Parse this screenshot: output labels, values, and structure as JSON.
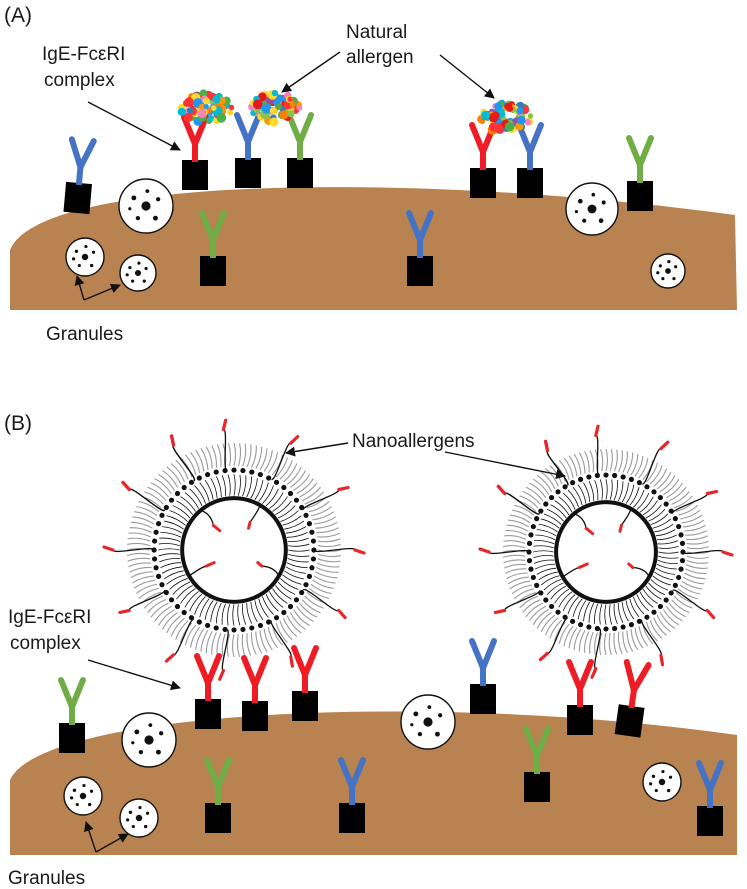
{
  "panels": [
    {
      "id": "A",
      "label": "(A)",
      "receptor_label_line1": "IgE-FcεRI",
      "receptor_label_line2": "complex",
      "allergen_label_line1": "Natural",
      "allergen_label_line2": "allergen",
      "granules_label": "Granules"
    },
    {
      "id": "B",
      "label": "(B)",
      "receptor_label_line1": "IgE-FcεRI",
      "receptor_label_line2": "complex",
      "nanoallergen_label": "Nanoallergens",
      "granules_label": "Granules"
    }
  ],
  "colors": {
    "cell": "#b88350",
    "receptor": "#000000",
    "ige_red": "#ee1c24",
    "ige_blue": "#4472c4",
    "ige_green": "#70ad47",
    "lipid_outer": "#9a9a9a",
    "lipid_inner": "#111111",
    "ligand": "#e8262a"
  }
}
